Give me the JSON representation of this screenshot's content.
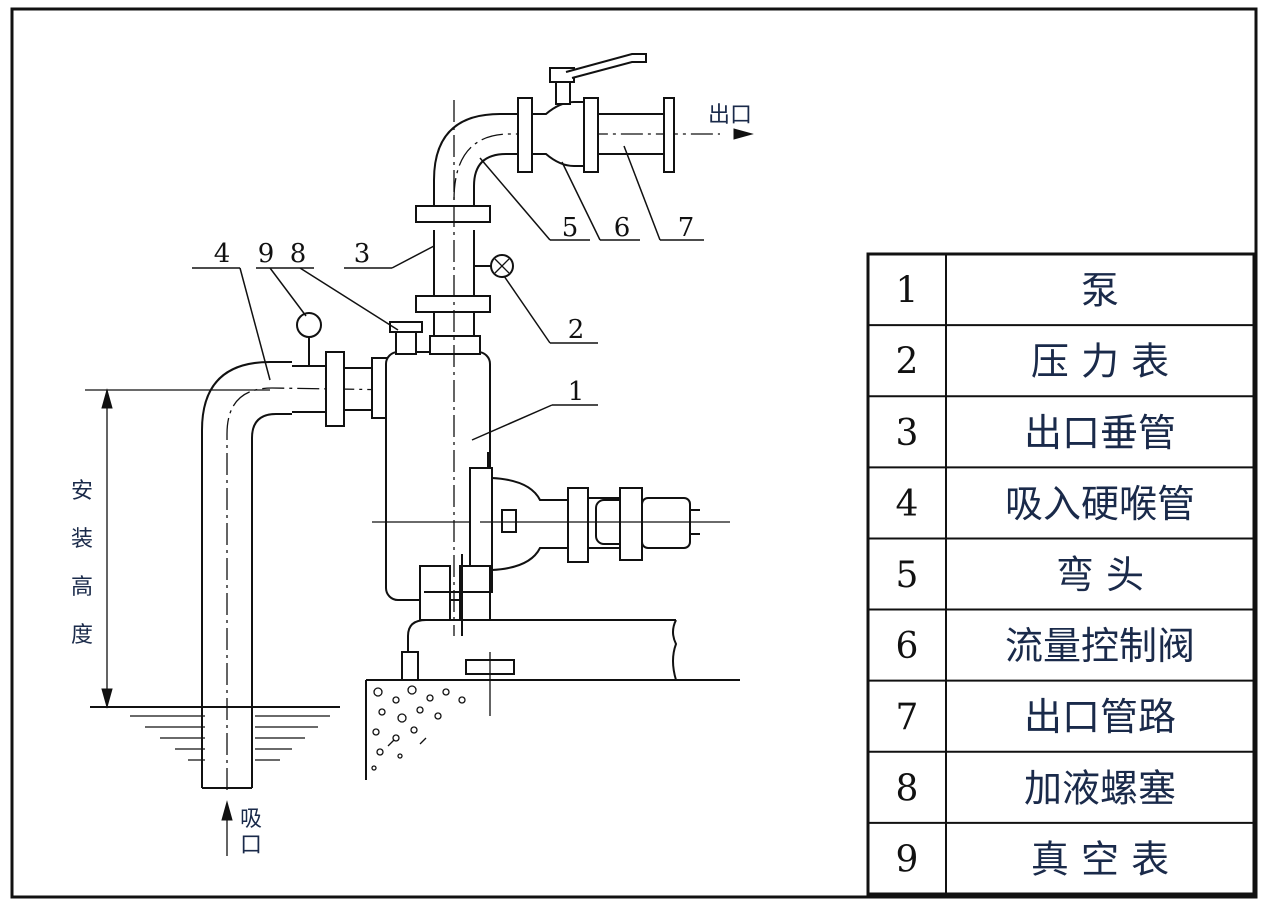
{
  "labels": {
    "outlet": "出口",
    "inlet": "吸口",
    "install_height": [
      "安",
      "装",
      "高",
      "度"
    ]
  },
  "callouts": [
    "1",
    "2",
    "3",
    "4",
    "5",
    "6",
    "7",
    "8",
    "9"
  ],
  "legend": [
    {
      "num": "1",
      "name": "泵"
    },
    {
      "num": "2",
      "name": "压 力 表"
    },
    {
      "num": "3",
      "name": "出口垂管"
    },
    {
      "num": "4",
      "name": "吸入硬喉管"
    },
    {
      "num": "5",
      "name": "弯     头"
    },
    {
      "num": "6",
      "name": "流量控制阀"
    },
    {
      "num": "7",
      "name": "出口管路"
    },
    {
      "num": "8",
      "name": "加液螺塞"
    },
    {
      "num": "9",
      "name": "真 空 表"
    }
  ]
}
